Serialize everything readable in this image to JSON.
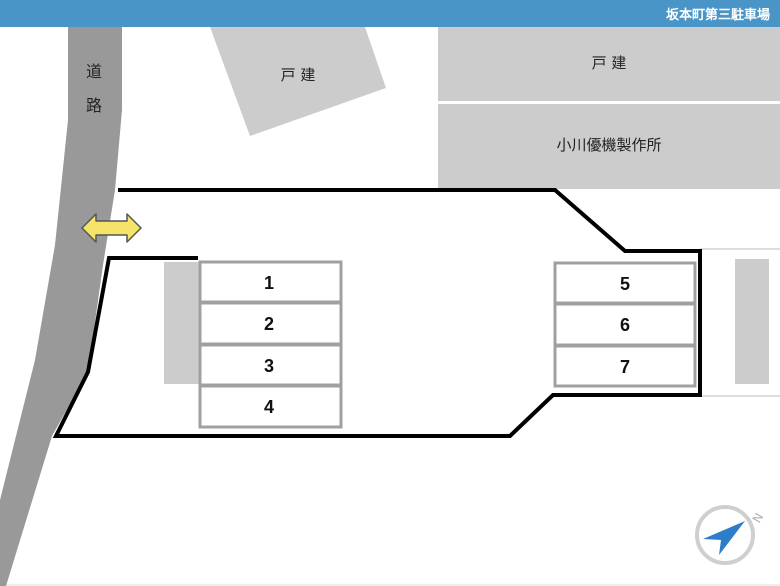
{
  "header": {
    "title": "坂本町第三駐車場",
    "color": "#4a95c8"
  },
  "road": {
    "label_1": "道",
    "label_2": "路"
  },
  "buildings": {
    "house_left": "戸 建",
    "house_right": "戸 建",
    "factory": "小川優機製作所"
  },
  "entrance": {
    "icon": "double-arrow-icon",
    "color": "#f5e36a"
  },
  "spaces": {
    "s1": "1",
    "s2": "2",
    "s3": "3",
    "s4": "4",
    "s5": "5",
    "s6": "6",
    "s7": "7"
  },
  "compass": {
    "icon": "north-arrow-icon",
    "letter": "N",
    "color": "#2c7ec8"
  }
}
